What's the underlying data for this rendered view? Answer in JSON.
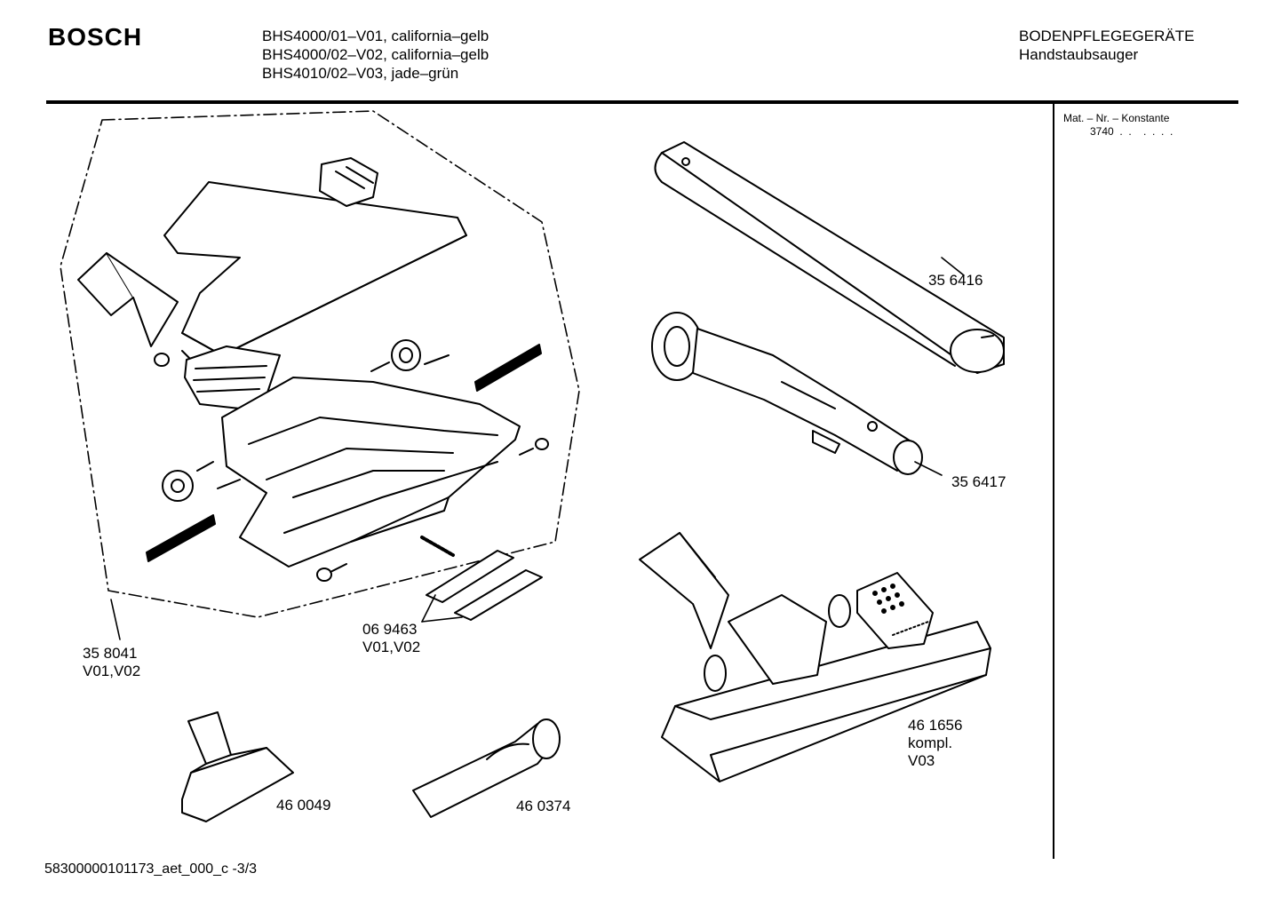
{
  "header": {
    "brand": "BOSCH",
    "models": [
      "BHS4000/01–V01, california–gelb",
      "BHS4000/02–V02, california–gelb",
      "BHS4010/02–V03, jade–grün"
    ],
    "category": "BODENPFLEGEGERÄTE",
    "subcategory": "Handstaubsauger"
  },
  "side_panel": {
    "title": "Mat. – Nr. – Konstante",
    "value": "3740  .  .    .  .  .  ."
  },
  "parts": [
    {
      "number": "35 6416"
    },
    {
      "number": "35 6417"
    },
    {
      "number": "35 8041",
      "note": "V01,V02"
    },
    {
      "number": "06 9463",
      "note": "V01,V02"
    },
    {
      "number": "46 1656",
      "note": "kompl.",
      "note2": "V03"
    },
    {
      "number": "46 0049"
    },
    {
      "number": "46 0374"
    }
  ],
  "footer": "58300000101173_aet_000_c -3/3"
}
